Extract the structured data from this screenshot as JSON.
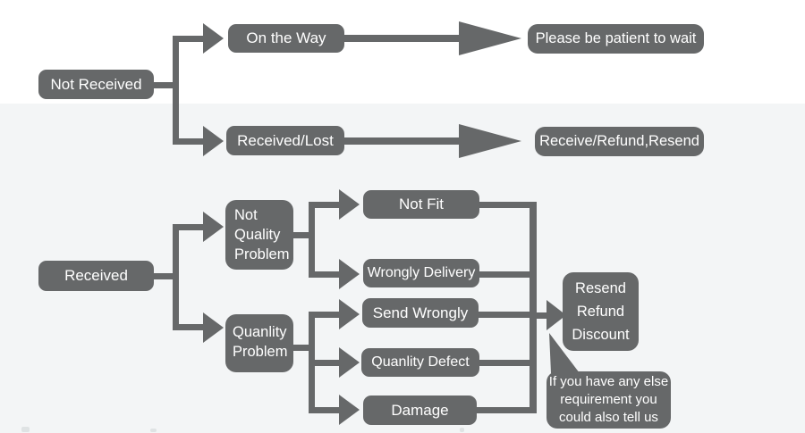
{
  "colors": {
    "node_fill": "#666869",
    "connector": "#666869",
    "text": "#ffffff",
    "band": "#f3f5f6",
    "background": "#ffffff"
  },
  "flow_not_received": {
    "root": "Not Received",
    "branch_on_the_way": "On the Way",
    "result_on_the_way": "Please be patient to wait",
    "branch_received_lost": "Received/Lost",
    "result_received_lost": "Receive/Refund,Resend"
  },
  "flow_received": {
    "root": "Received",
    "branch_not_quality": "Not\nQuality\nProblem",
    "child_not_fit": "Not Fit",
    "child_wrongly_delivery": "Wrongly Delivery",
    "branch_quanlity": "Quanlity\nProblem",
    "child_send_wrongly": "Send Wrongly",
    "child_quanlity_defect": "Quanlity Defect",
    "child_damage": "Damage",
    "outcome": "Resend\nRefund\nDiscount",
    "note": "If you have any else\nrequirement you\ncould also tell us"
  }
}
